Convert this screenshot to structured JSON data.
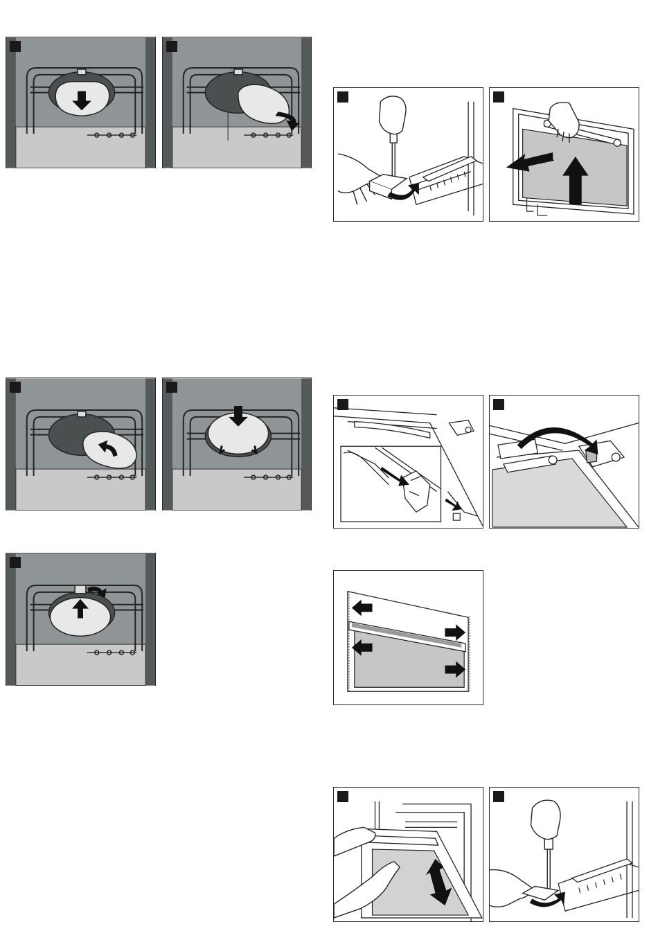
{
  "page": {
    "description_visible_text": ""
  },
  "colors": {
    "panel_gray": "#8f9596",
    "panel_dark": "#54595a",
    "oven_floor": "#c9c9c9",
    "line": "#1a1a1a",
    "arrow_fill": "#111111",
    "glass": "#c6c6c6"
  },
  "figures": {
    "left": [
      {
        "name": "fan-cover-press",
        "icons": [
          "heating-element-icon",
          "fan-cover-icon",
          "down-arrow-icon"
        ]
      },
      {
        "name": "fan-cover-rotate-out",
        "icons": [
          "heating-element-icon",
          "fan-cover-icon",
          "curved-arrow-icon"
        ]
      },
      {
        "name": "fan-cover-rotate-in",
        "icons": [
          "heating-element-icon",
          "fan-cover-icon",
          "curved-arrow-icon"
        ]
      },
      {
        "name": "fan-cover-press-in",
        "icons": [
          "heating-element-icon",
          "fan-cover-icon",
          "down-arrow-icon"
        ]
      },
      {
        "name": "fan-cover-lock",
        "icons": [
          "heating-element-icon",
          "fan-cover-icon",
          "up-arrow-icon"
        ]
      }
    ],
    "right": [
      {
        "name": "unscrew-door",
        "icons": [
          "screwdriver-icon",
          "hand-icon",
          "curved-arrow-icon"
        ]
      },
      {
        "name": "lift-glass-out",
        "icons": [
          "hand-icon",
          "glass-pane-icon",
          "up-arrow-icon",
          "left-arrow-icon"
        ]
      },
      {
        "name": "hinge-detail",
        "icons": [
          "hinge-icon",
          "clip-icon",
          "arrow-icon"
        ]
      },
      {
        "name": "hook-in-hinge",
        "icons": [
          "hinge-icon",
          "curved-arrow-icon"
        ]
      },
      {
        "name": "door-align",
        "icons": [
          "door-icon",
          "left-arrow-icon",
          "right-arrow-icon"
        ]
      },
      {
        "name": "close-door",
        "icons": [
          "hand-icon",
          "door-icon",
          "down-arrow-icon"
        ]
      },
      {
        "name": "screw-door",
        "icons": [
          "screwdriver-icon",
          "hand-icon",
          "curved-arrow-icon"
        ]
      }
    ]
  }
}
